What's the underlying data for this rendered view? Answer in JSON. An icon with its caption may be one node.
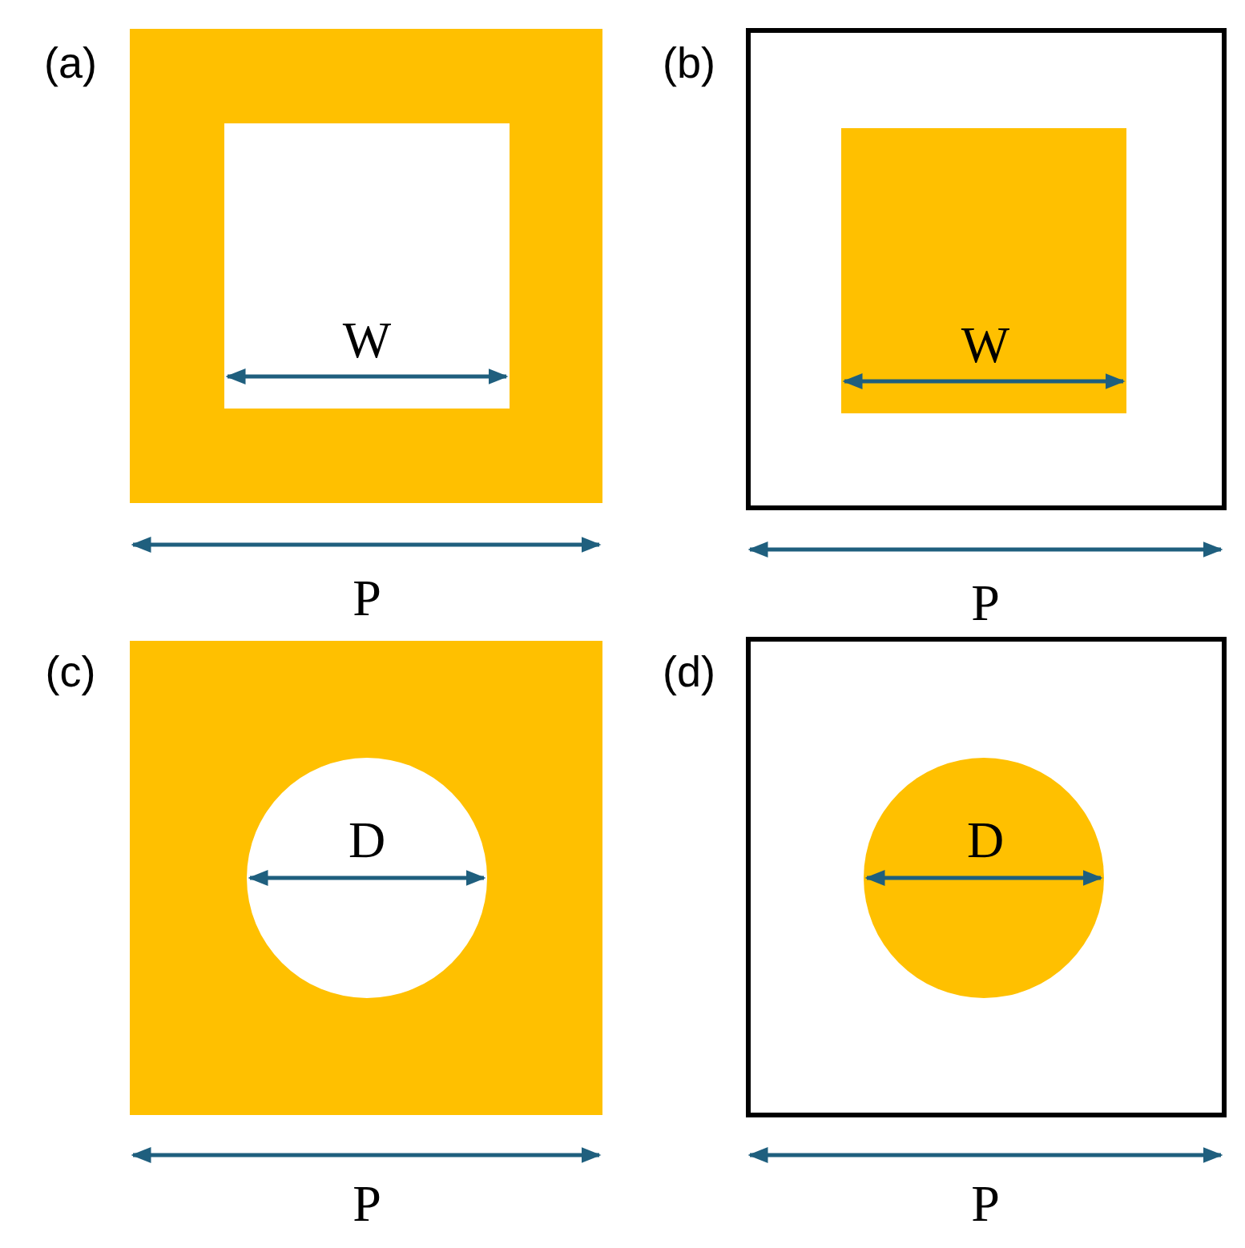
{
  "diagram": {
    "labels": [
      "(a)",
      "W",
      "P",
      "(b)",
      "W",
      "P",
      "(c)",
      "D",
      "P",
      "(d)",
      "D",
      "P"
    ]
  }
}
